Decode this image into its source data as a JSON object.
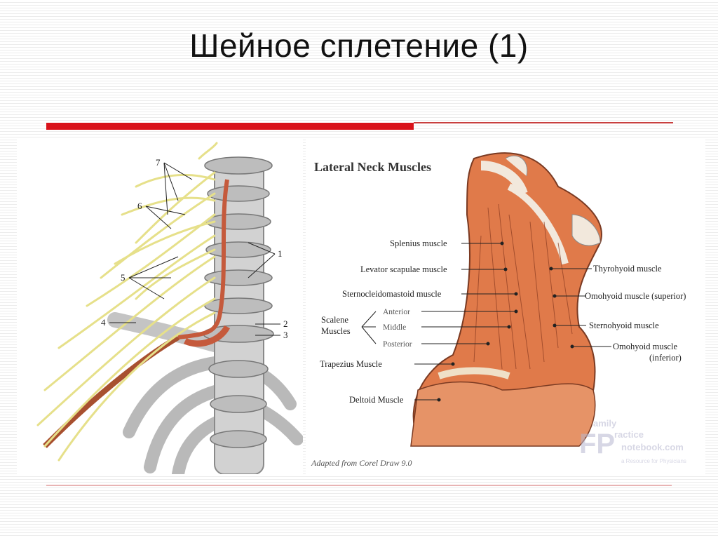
{
  "slide": {
    "title": "Шейное сплетение (1)"
  },
  "left_figure": {
    "labels": [
      "1",
      "2",
      "3",
      "4",
      "5",
      "6",
      "7"
    ]
  },
  "right_figure": {
    "heading": "Lateral Neck Muscles",
    "labels_left": {
      "splenius": "Splenius muscle",
      "levator": "Levator scapulae muscle",
      "sternocleido": "Sternocleidomastoid muscle",
      "scalene_1": "Scalene",
      "scalene_2": "Muscles",
      "anterior": "Anterior",
      "middle": "Middle",
      "posterior": "Posterior",
      "trapezius": "Trapezius Muscle",
      "deltoid": "Deltoid Muscle"
    },
    "labels_right": {
      "thyrohyoid": "Thyrohyoid muscle",
      "omohyoid_sup": "Omohyoid muscle (superior)",
      "sternohyoid": "Sternohyoid muscle",
      "omohyoid_inf_1": "Omohyoid muscle",
      "omohyoid_inf_2": "(inferior)"
    },
    "credit": "Adapted from Corel Draw 9.0",
    "watermark": {
      "line1": "amily",
      "line2": "ractice",
      "line3": "notebook.com",
      "letters": "FP",
      "tagline": "a Resource for Physicians"
    }
  },
  "colors": {
    "accent_red": "#d9121a",
    "muscle": "#e07a4a",
    "nerve": "#e6e08a",
    "bone": "#c8c8c8"
  }
}
